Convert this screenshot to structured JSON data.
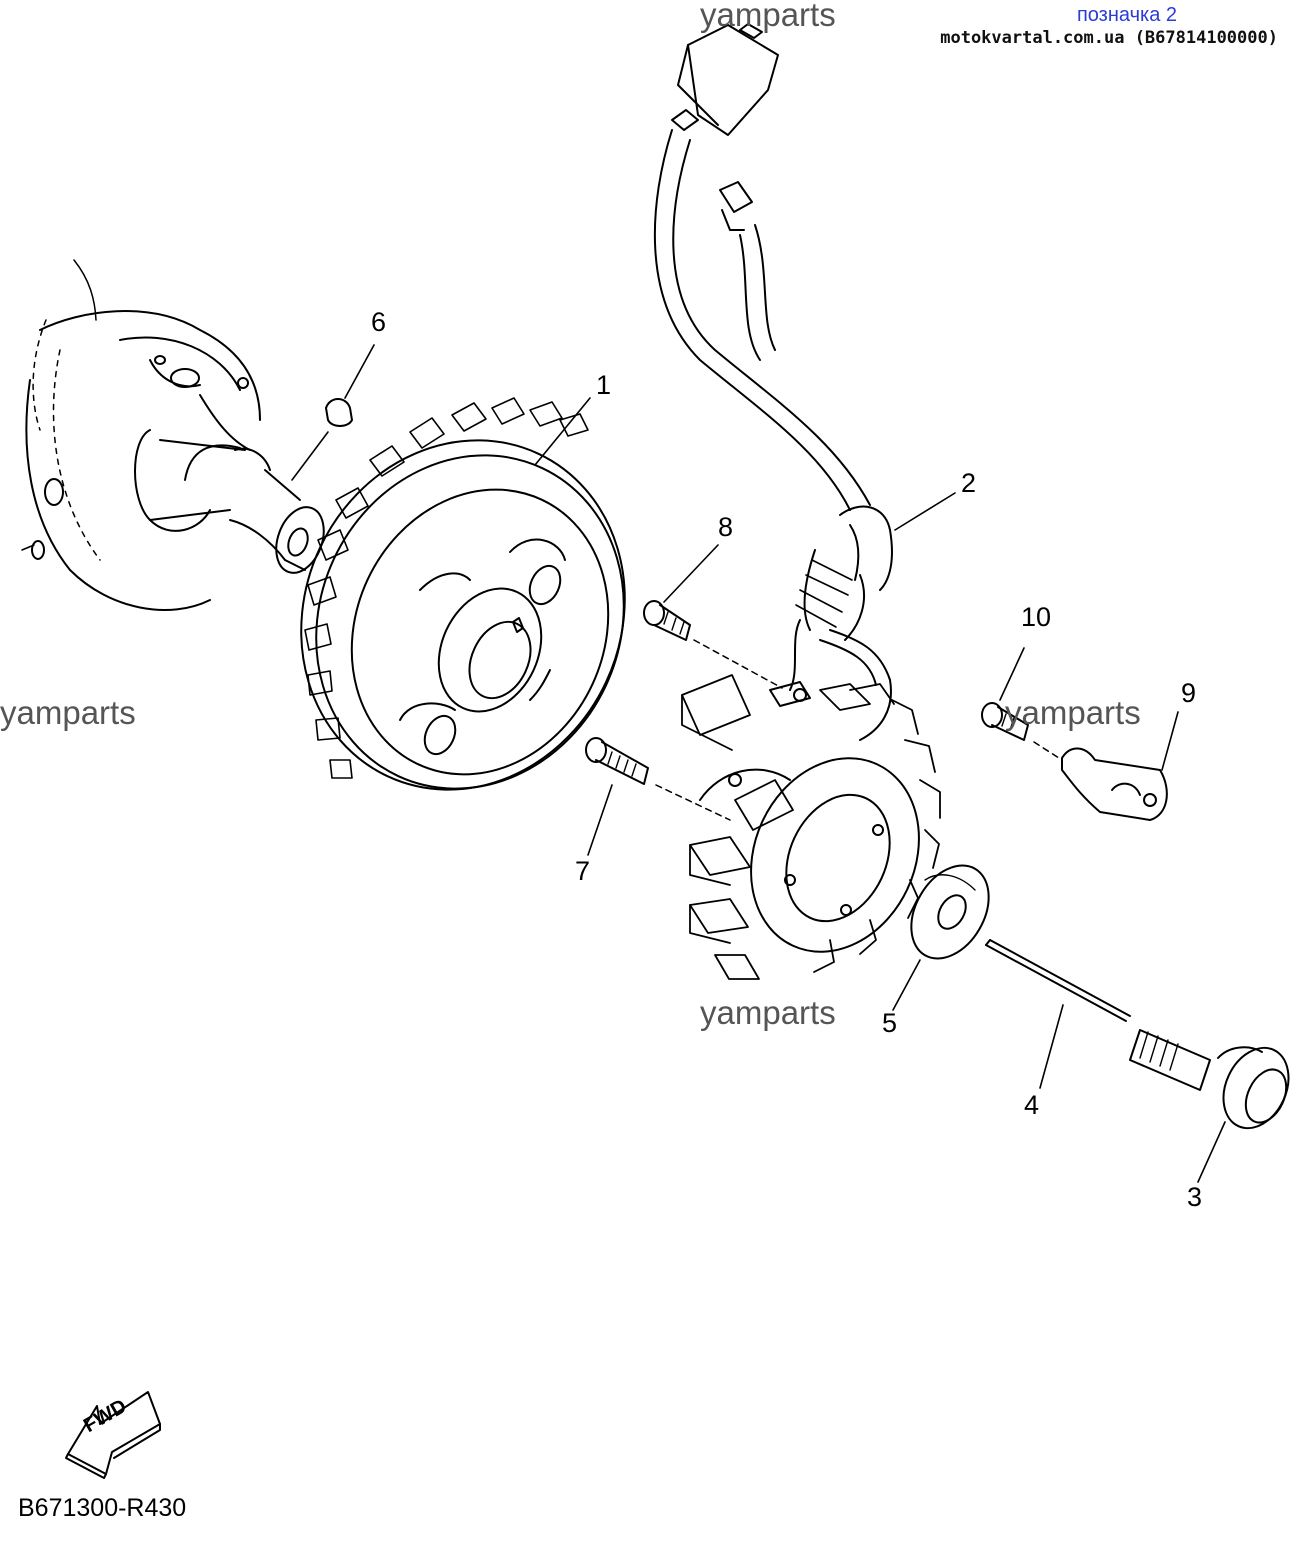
{
  "header": {
    "link_label": "позначка 2",
    "source_text": "motokvartal.com.ua (B67814100000)"
  },
  "watermarks": [
    "yamparts",
    "yamparts",
    "yamparts",
    "yamparts"
  ],
  "callouts": {
    "c1": "1",
    "c2": "2",
    "c3": "3",
    "c4": "4",
    "c5": "5",
    "c6": "6",
    "c7": "7",
    "c8": "8",
    "c9": "9",
    "c10": "10"
  },
  "fwd_label": "FWD",
  "diagram_code": "B671300-R430"
}
